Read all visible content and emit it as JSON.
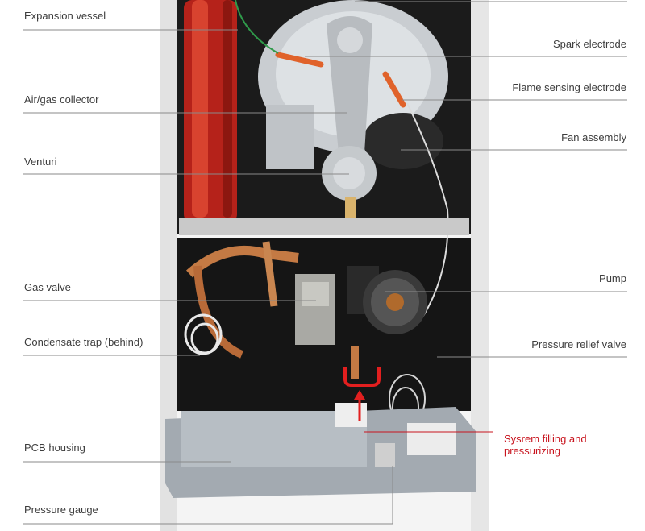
{
  "labels_left": [
    {
      "id": "expansion-vessel",
      "text": "Expansion vessel"
    },
    {
      "id": "air-gas-collector",
      "text": "Air/gas collector"
    },
    {
      "id": "venturi",
      "text": "Venturi"
    },
    {
      "id": "gas-valve",
      "text": "Gas valve"
    },
    {
      "id": "condensate-trap",
      "text": "Condensate trap (behind)"
    },
    {
      "id": "pcb-housing",
      "text": "PCB housing"
    },
    {
      "id": "pressure-gauge",
      "text": "Pressure gauge"
    }
  ],
  "labels_right": [
    {
      "id": "spark-electrode",
      "text": "Spark electrode"
    },
    {
      "id": "flame-sensing-electrode",
      "text": "Flame sensing electrode"
    },
    {
      "id": "fan-assembly",
      "text": "Fan assembly"
    },
    {
      "id": "pump",
      "text": "Pump"
    },
    {
      "id": "pressure-relief-valve",
      "text": "Pressure relief valve"
    }
  ],
  "annotation": {
    "text": "Sysrem filling and pressurizing",
    "color": "#c8141e"
  },
  "colors": {
    "label_text": "#3d3d3d",
    "leader_line": "#8a8a8a",
    "boiler_casing": "#f3f3f3",
    "expansion_vessel": "#c0261a",
    "copper_pipe": "#c47a44",
    "pcb_housing": "#9ea6ae"
  }
}
